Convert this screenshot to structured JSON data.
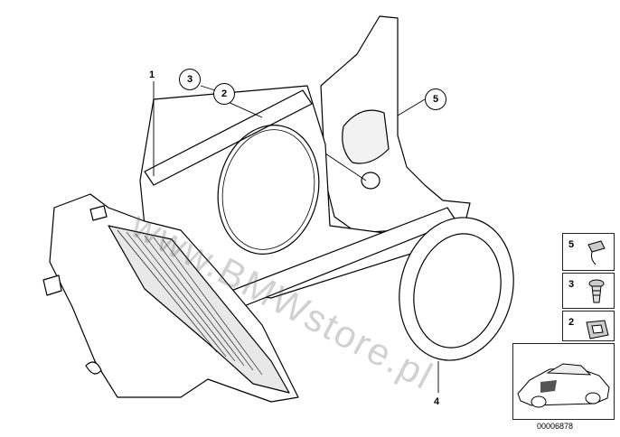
{
  "callouts": {
    "one": "1",
    "two": "2",
    "three": "3",
    "four": "4",
    "five": "5"
  },
  "legend": [
    {
      "number": "5",
      "icon": "clip-icon"
    },
    {
      "number": "3",
      "icon": "expanding-rivet-icon"
    },
    {
      "number": "2",
      "icon": "grommet-icon"
    }
  ],
  "drawing_number": "00006878",
  "watermark": "www.BMWstore.pl",
  "colors": {
    "line": "#000000",
    "fill": "#ffffff",
    "watermark": "#5a5a5a"
  }
}
